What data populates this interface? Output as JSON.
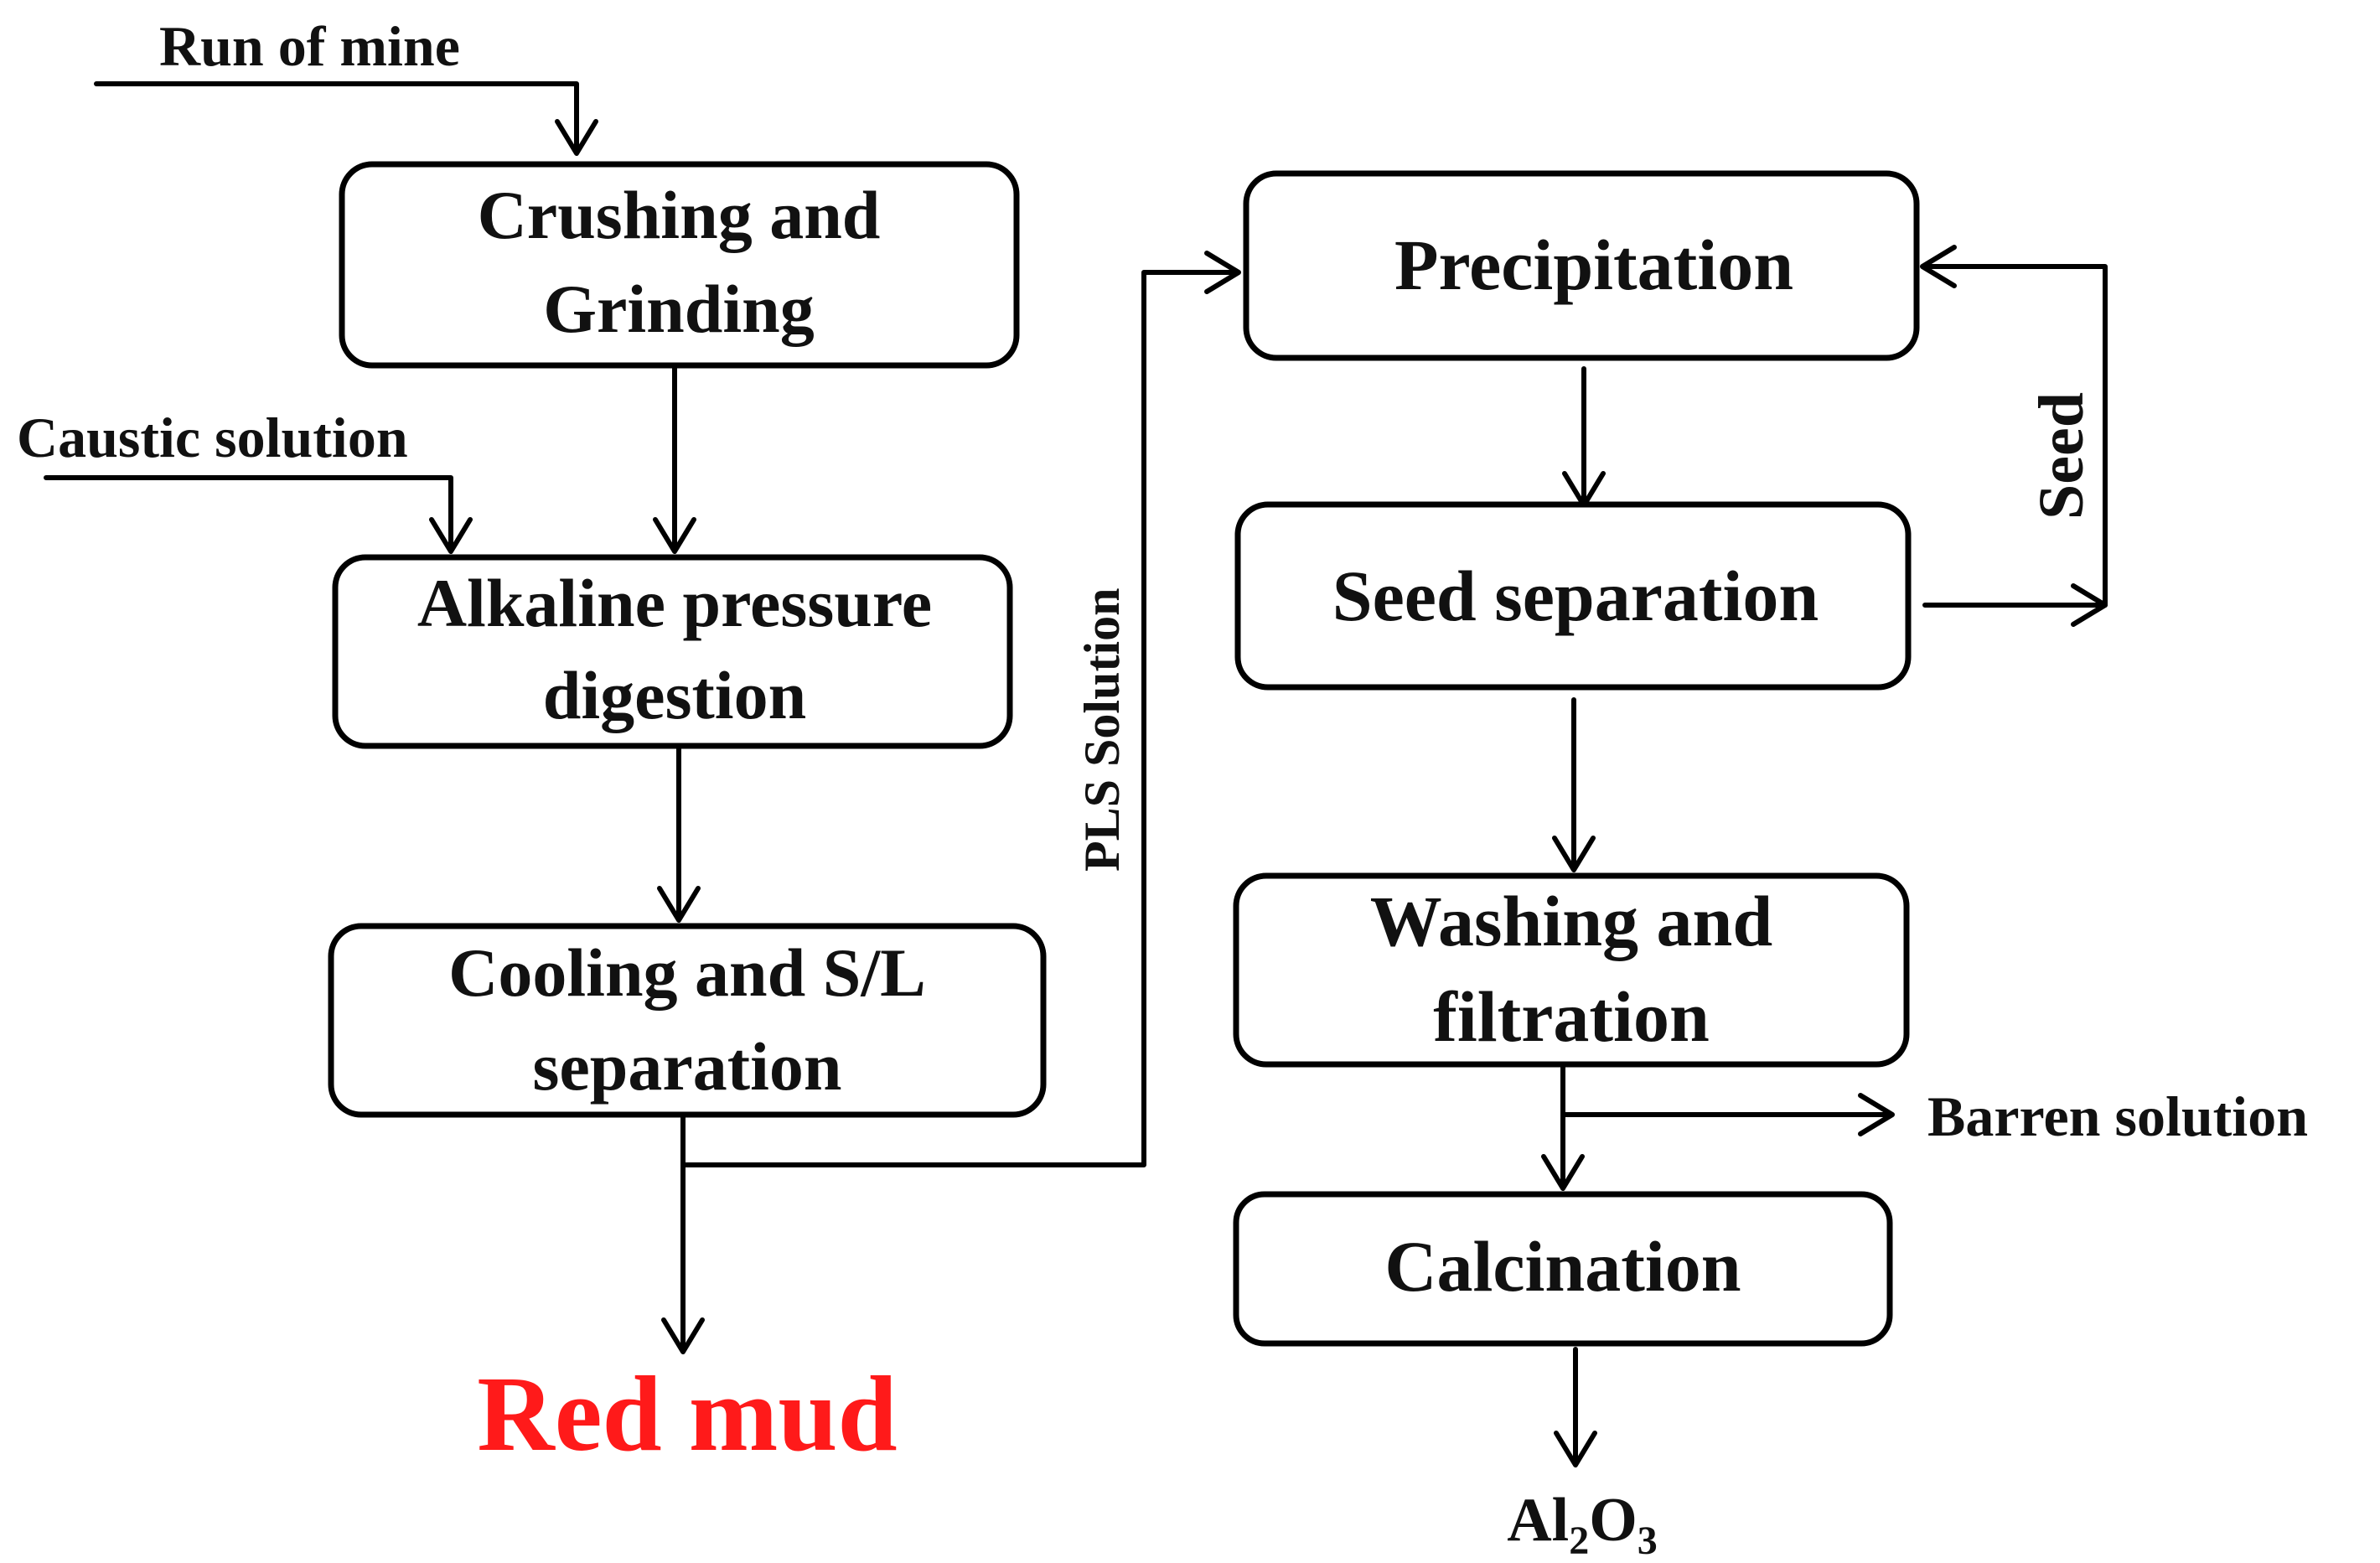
{
  "inputs": {
    "run_of_mine": "Run of mine",
    "caustic_solution": "Caustic solution"
  },
  "nodes": {
    "crushing": {
      "line1": "Crushing and",
      "line2": "Grinding"
    },
    "digestion": {
      "line1": "Alkaline pressure",
      "line2": "digestion"
    },
    "cooling": {
      "line1": "Cooling and S/L",
      "line2": "separation"
    },
    "precipitation": {
      "label": "Precipitation"
    },
    "seed_separation": {
      "label": "Seed separation"
    },
    "washing": {
      "line1": "Washing and",
      "line2": "filtration"
    },
    "calcination": {
      "label": "Calcination"
    }
  },
  "edge_labels": {
    "pls_solution": "PLS Solution",
    "seed": "Seed",
    "barren_solution": "Barren solution"
  },
  "outputs": {
    "red_mud": "Red mud",
    "alumina": {
      "base1": "Al",
      "sub1": "2",
      "base2": "O",
      "sub2": "3"
    }
  },
  "colors": {
    "red_mud": "#ff1a1a",
    "stroke": "#000000",
    "text": "#111111"
  }
}
